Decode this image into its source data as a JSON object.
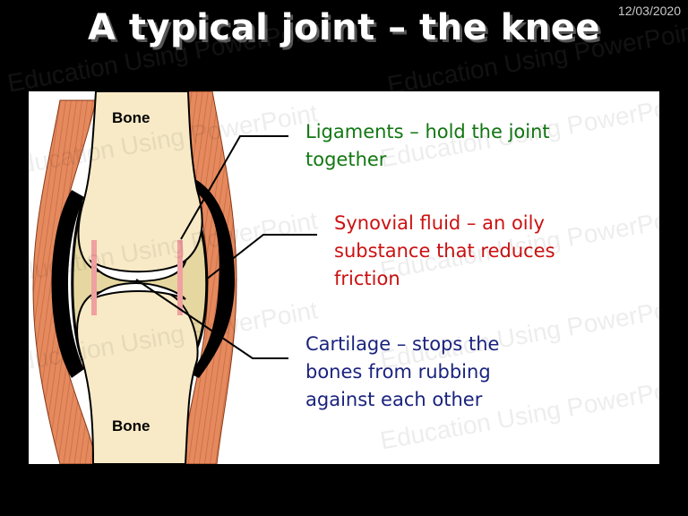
{
  "slide": {
    "title": "A typical joint – the knee",
    "date": "12/03/2020"
  },
  "diagram": {
    "bone_top_label": "Bone",
    "bone_bottom_label": "Bone",
    "ligaments_label_line1": "Ligaments – hold the joint",
    "ligaments_label_line2": "together",
    "synovial_label_line1": "Synovial fluid – an oily",
    "synovial_label_line2": "substance that reduces",
    "synovial_label_line3": "friction",
    "cartilage_label_line1": "Cartilage – stops the",
    "cartilage_label_line2": "bones from rubbing",
    "cartilage_label_line3": "against each other"
  },
  "watermark": "Education Using PowerPoint",
  "colors": {
    "ligaments_text": "#117711",
    "synovial_text": "#cc1111",
    "cartilage_text": "#1a237e",
    "bone": "#f8eac6",
    "synovial_fluid": "#e6d7a0",
    "muscle": "#e58a5e",
    "ligament_marker": "#f0a0a0"
  }
}
